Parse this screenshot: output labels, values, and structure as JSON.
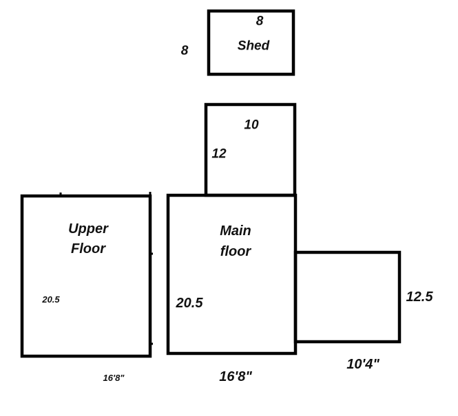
{
  "shed": {
    "name": "Shed",
    "width": "8",
    "depth": "8"
  },
  "upper_room": {
    "width": "10",
    "depth": "12"
  },
  "upper_floor": {
    "line1": "Upper",
    "line2": "Floor",
    "depth": "20.5",
    "width": "16'8\""
  },
  "main_floor": {
    "line1": "Main",
    "line2": "floor",
    "depth": "20.5",
    "width": "16'8\""
  },
  "side_room": {
    "depth": "12.5",
    "width": "10'4\""
  },
  "colors": {
    "line": "#000000",
    "background": "#ffffff"
  }
}
